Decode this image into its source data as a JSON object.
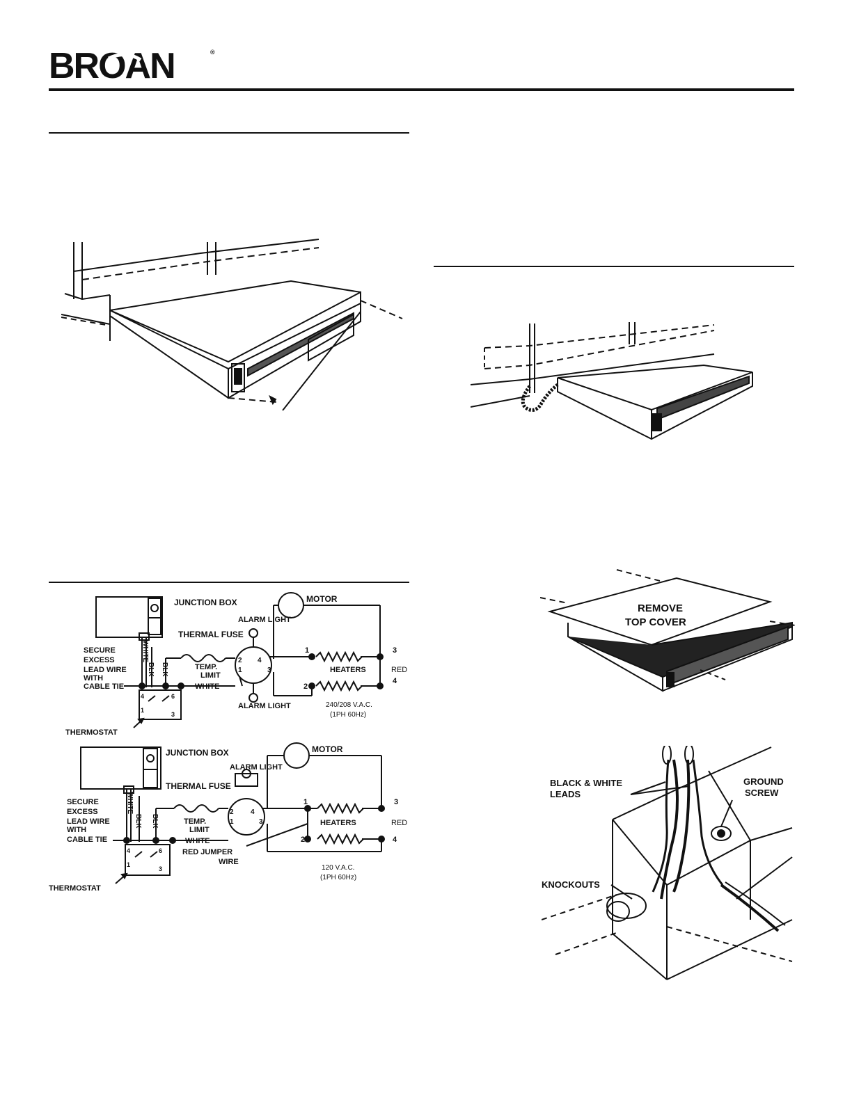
{
  "brand": {
    "name": "BROAN",
    "trademark": "®"
  },
  "figure_install_1": {},
  "figure_install_2": {},
  "wiring_diagram_240": {
    "junction_box": "JUNCTION BOX",
    "motor": "MOTOR",
    "alarm_light_top": "ALARM LIGHT",
    "alarm_light_bottom": "ALARM LIGHT",
    "thermal_fuse": "THERMAL FUSE",
    "secure_note": [
      "SECURE",
      "EXCESS",
      "LEAD WIRE",
      "WITH",
      "CABLE TIE"
    ],
    "white": "WHITE",
    "blk": "BLK",
    "temp_limit": [
      "TEMP.",
      "LIMIT"
    ],
    "white_lead": "WHITE",
    "heaters": "HEATERS",
    "red": "RED",
    "terminals": [
      "1",
      "2",
      "3",
      "4"
    ],
    "limit_terminals": [
      "2",
      "4",
      "1",
      "3"
    ],
    "thermostat_terminals": [
      "4",
      "6",
      "1",
      "3"
    ],
    "voltage": "240/208 V.A.C.",
    "phase": "(1PH 60Hz)",
    "thermostat": "THERMOSTAT"
  },
  "wiring_diagram_120": {
    "junction_box": "JUNCTION BOX",
    "motor": "MOTOR",
    "alarm_light": "ALARM LIGHT",
    "thermal_fuse": "THERMAL FUSE",
    "secure_note": [
      "SECURE",
      "EXCESS",
      "LEAD WIRE",
      "WITH",
      "CABLE TIE"
    ],
    "white": "WHITE",
    "blk": "BLK",
    "temp_limit": [
      "TEMP.",
      "LIMIT"
    ],
    "white_lead": "WHITE",
    "red_jumper": [
      "RED JUMPER",
      "WIRE"
    ],
    "heaters": "HEATERS",
    "red": "RED",
    "terminals": [
      "1",
      "2",
      "3",
      "4"
    ],
    "limit_terminals": [
      "2",
      "4",
      "1",
      "3"
    ],
    "thermostat_terminals": [
      "4",
      "6",
      "1",
      "3"
    ],
    "voltage": "120 V.A.C.",
    "phase": "(1PH 60Hz)",
    "thermostat": "THERMOSTAT"
  },
  "remove_cover_figure": {
    "label_line1": "REMOVE",
    "label_line2": "TOP  COVER"
  },
  "junction_box_figure": {
    "leads": [
      "BLACK & WHITE",
      "LEADS"
    ],
    "ground": [
      "GROUND",
      "SCREW"
    ],
    "knockouts": "KNOCKOUTS"
  }
}
